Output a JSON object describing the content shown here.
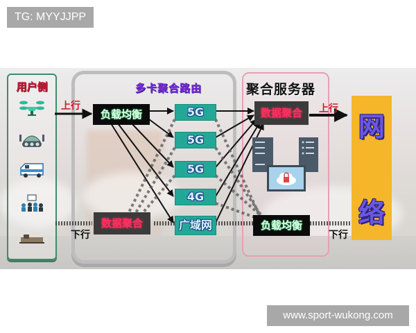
{
  "watermarks": {
    "top": "TG: MYYJJPP",
    "bottom": "www.sport-wukong.com"
  },
  "diagram": {
    "user_side": {
      "title": "用户侧",
      "devices": [
        {
          "icon": "drone-icon"
        },
        {
          "icon": "robot-icon"
        },
        {
          "icon": "van-icon"
        },
        {
          "icon": "video-conference-icon"
        },
        {
          "icon": "construction-site-icon"
        }
      ]
    },
    "router": {
      "title": "多卡聚合路由",
      "load_balancer": "负载均衡",
      "data_aggregation": "数据聚合",
      "links": [
        "5G",
        "5G",
        "5G",
        "4G",
        "广域网"
      ]
    },
    "server": {
      "title": "聚合服务器",
      "data_aggregation": "数据聚合",
      "load_balancer": "负载均衡",
      "icons": [
        "server-rack-icon",
        "server-rack-icon",
        "cloud-lock-monitor-icon"
      ]
    },
    "internet": {
      "chars": [
        "网",
        "络"
      ]
    },
    "flows": {
      "uplink_user": "上行",
      "uplink_server": "上行",
      "downlink_user": "下行",
      "downlink_server": "下行"
    },
    "colors": {
      "uplink": "#d21c2a",
      "teal_link": "#23a898",
      "internet_bg": "#f5b62a",
      "router_title": "#7a2cd6",
      "user_title": "#c8203a"
    }
  }
}
